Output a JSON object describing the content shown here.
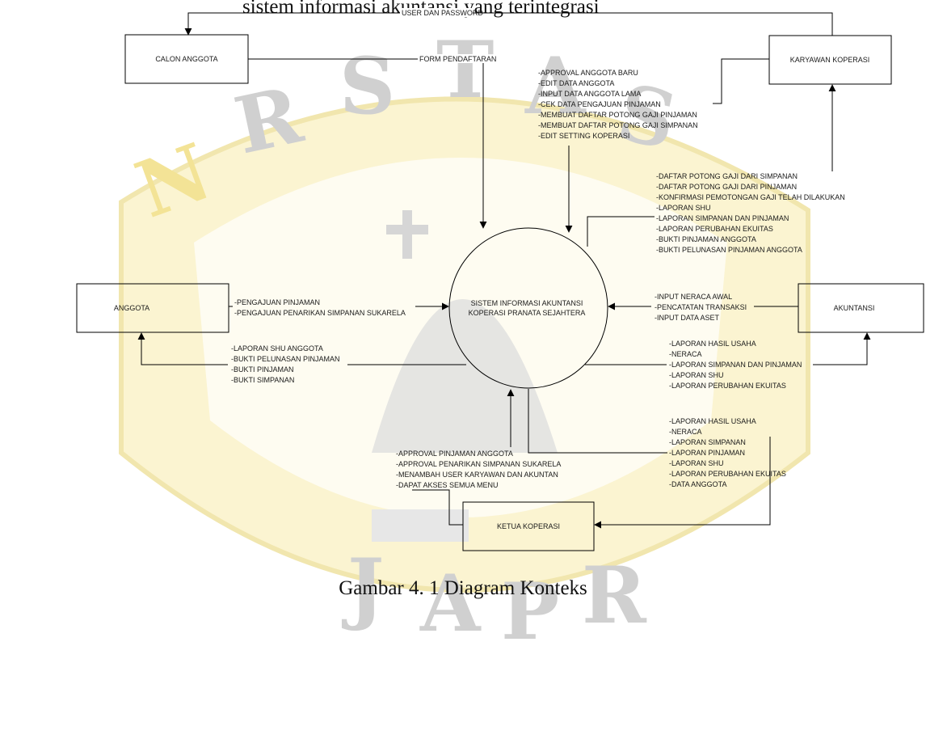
{
  "page": {
    "cut_top_text": "sistem informasi akuntansi yang terintegrasi",
    "caption": "Gambar 4. 1 Diagram Konteks",
    "watermark_text": "UNIVERSITAS KATOLIK SOEGIJAPRANATA"
  },
  "process": {
    "line1": "SISTEM INFORMASI AKUNTANSI",
    "line2": "KOPERASI PRANATA SEJAHTERA"
  },
  "entities": {
    "calon_anggota": "CALON ANGGOTA",
    "karyawan_koperasi": "KARYAWAN KOPERASI",
    "anggota": "ANGGOTA",
    "akuntansi": "AKUNTANSI",
    "ketua_koperasi": "KETUA KOPERASI"
  },
  "flows": {
    "user_password": "USER DAN PASSWORD",
    "form_pendaftaran": "FORM PENDAFTARAN",
    "karyawan_to_system": [
      "-APPROVAL ANGGOTA BARU",
      "-EDIT DATA ANGGOTA",
      "-INPUT DATA ANGGOTA LAMA",
      "-CEK DATA PENGAJUAN PINJAMAN",
      "-MEMBUAT DAFTAR POTONG GAJI PINJAMAN",
      "-MEMBUAT DAFTAR POTONG GAJI SIMPANAN",
      "-EDIT SETTING KOPERASI"
    ],
    "system_to_karyawan": [
      "-DAFTAR POTONG GAJI DARI SIMPANAN",
      "-DAFTAR POTONG GAJI DARI PINJAMAN",
      "-KONFIRMASI PEMOTONGAN GAJI TELAH DILAKUKAN",
      "-LAPORAN SHU",
      "-LAPORAN SIMPANAN DAN PINJAMAN",
      "-LAPORAN PERUBAHAN EKUITAS",
      "-BUKTI PINJAMAN ANGGOTA",
      "-BUKTI PELUNASAN PINJAMAN ANGGOTA"
    ],
    "anggota_to_system": [
      "-PENGAJUAN PINJAMAN",
      "-PENGAJUAN PENARIKAN SIMPANAN SUKARELA"
    ],
    "system_to_anggota": [
      "-LAPORAN SHU ANGGOTA",
      "-BUKTI PELUNASAN PINJAMAN",
      "-BUKTI PINJAMAN",
      "-BUKTI SIMPANAN"
    ],
    "akuntansi_to_system": [
      "-INPUT NERACA AWAL",
      "-PENCATATAN TRANSAKSI",
      "-INPUT DATA ASET"
    ],
    "system_to_akuntansi": [
      "-LAPORAN HASIL USAHA",
      "-NERACA",
      "-LAPORAN SIMPANAN DAN PINJAMAN",
      "-LAPORAN SHU",
      "-LAPORAN PERUBAHAN EKUITAS"
    ],
    "ketua_to_system": [
      "-APPROVAL PINJAMAN ANGGOTA",
      "-APPROVAL PENARIKAN SIMPANAN SUKARELA",
      "-MENAMBAH USER KARYAWAN DAN AKUNTAN",
      "-DAPAT AKSES SEMUA MENU"
    ],
    "system_to_ketua": [
      "-LAPORAN HASIL USAHA",
      "-NERACA",
      "-LAPORAN SIMPANAN",
      "-LAPORAN PINJAMAN",
      "-LAPORAN SHU",
      "-LAPORAN PERUBAHAN EKUITAS",
      "-DATA ANGGOTA"
    ]
  }
}
